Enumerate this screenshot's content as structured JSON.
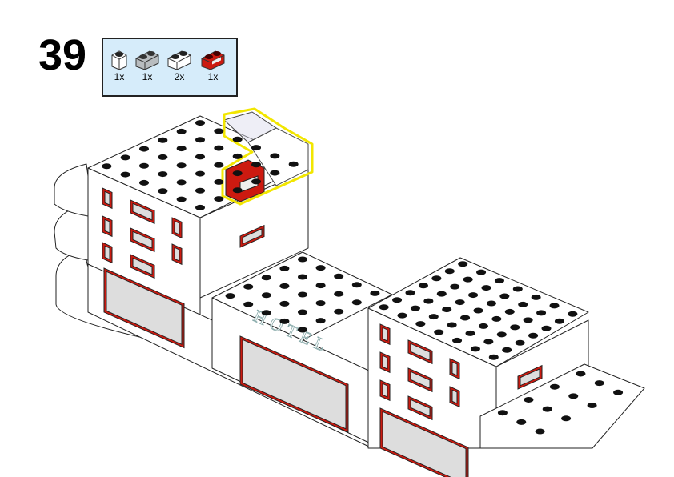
{
  "step": {
    "number": "39"
  },
  "parts_list": [
    {
      "name": "brick-1x1-white",
      "qty": "1x",
      "color": "#ffffff"
    },
    {
      "name": "brick-1x2-trans-clear",
      "qty": "1x",
      "color": "#b8bcbf"
    },
    {
      "name": "brick-1x2-white",
      "qty": "2x",
      "color": "#ffffff"
    },
    {
      "name": "window-brick-1x2-red",
      "qty": "1x",
      "color": "#cc1a10"
    }
  ],
  "model": {
    "sign_text": "HOTEL",
    "highlight_color": "#f2e600",
    "window_color": "#cc1a10"
  }
}
